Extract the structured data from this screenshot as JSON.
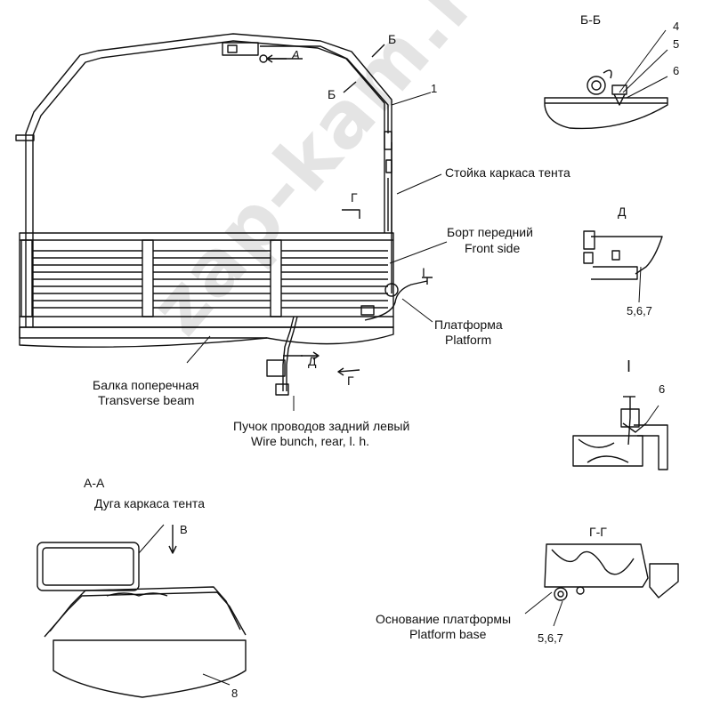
{
  "labels": {
    "callout_1": "1",
    "section_b_top": "Б",
    "section_b_left": "Б",
    "arrow_a": "А",
    "section_g": "Г",
    "section_g_bottom": "Г",
    "arrow_d": "Д",
    "arrow_i": "I",
    "stoyka_ru": "Стойка каркаса тента",
    "bort_ru": "Борт передний",
    "bort_en": "Front side",
    "platforma_ru": "Платформа",
    "platforma_en": "Platform",
    "balka_ru": "Балка поперечная",
    "balka_en": "Transverse beam",
    "puchok_ru": "Пучок проводов задний левый",
    "puchok_en": "Wire bunch, rear, l. h."
  },
  "views": {
    "bb_title": "Б-Б",
    "bb_4": "4",
    "bb_5": "5",
    "bb_6": "6",
    "d_title": "Д",
    "d_callout": "5,6,7",
    "i_title": "I",
    "i_callout": "6",
    "aa_title": "А-А",
    "aa_duga": "Дуга каркаса тента",
    "aa_v": "В",
    "aa_8": "8",
    "gg_title": "Г-Г",
    "gg_osn_ru": "Основание платформы",
    "gg_osn_en": "Platform base",
    "gg_callout": "5,6,7"
  },
  "watermark": "zap-kam.ru",
  "colors": {
    "line": "#111111",
    "background": "#ffffff",
    "watermark": "#000000"
  }
}
